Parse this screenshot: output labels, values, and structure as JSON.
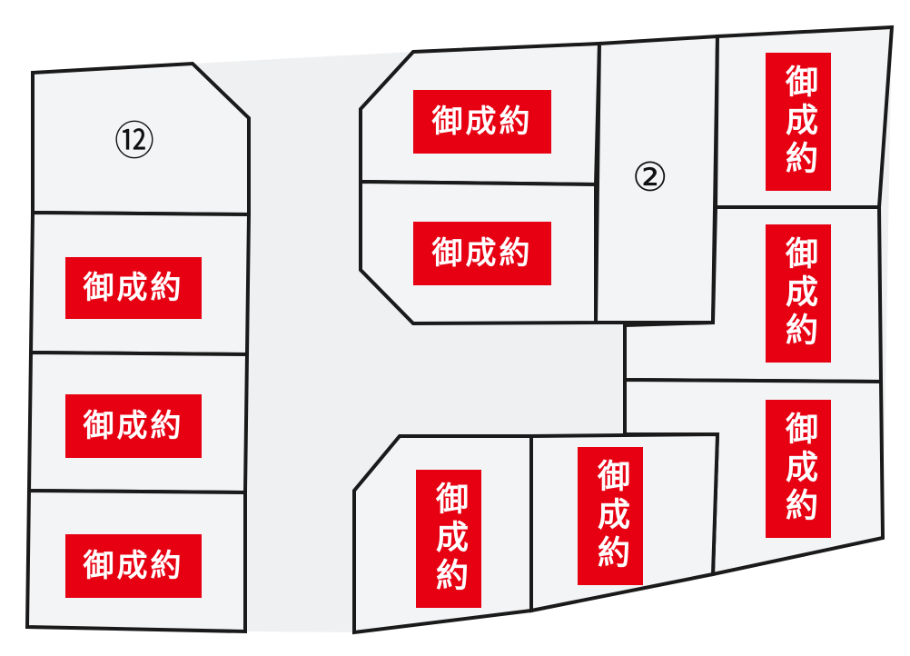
{
  "map": {
    "lots": [
      {
        "id": "lot-12",
        "label": "⑫",
        "sold_label": ""
      },
      {
        "id": "lot-left-2",
        "label": "",
        "sold_label": "御成約"
      },
      {
        "id": "lot-left-3",
        "label": "",
        "sold_label": "御成約"
      },
      {
        "id": "lot-left-4",
        "label": "",
        "sold_label": "御成約"
      },
      {
        "id": "lot-center-top",
        "label": "",
        "sold_label": "御成約"
      },
      {
        "id": "lot-center-mid",
        "label": "",
        "sold_label": "御成約"
      },
      {
        "id": "lot-2",
        "label": "②",
        "sold_label": ""
      },
      {
        "id": "lot-right-1",
        "label": "",
        "sold_label": "御成約"
      },
      {
        "id": "lot-right-2",
        "label": "",
        "sold_label": "御成約"
      },
      {
        "id": "lot-right-3",
        "label": "",
        "sold_label": "御成約"
      },
      {
        "id": "lot-bottom-1",
        "label": "",
        "sold_label": "御成約"
      },
      {
        "id": "lot-bottom-2",
        "label": "",
        "sold_label": "御成約"
      }
    ],
    "colors": {
      "sold_badge": "#e60012",
      "lot_fill": "#f3f4f6",
      "boundary": "#1a1a1a"
    }
  }
}
